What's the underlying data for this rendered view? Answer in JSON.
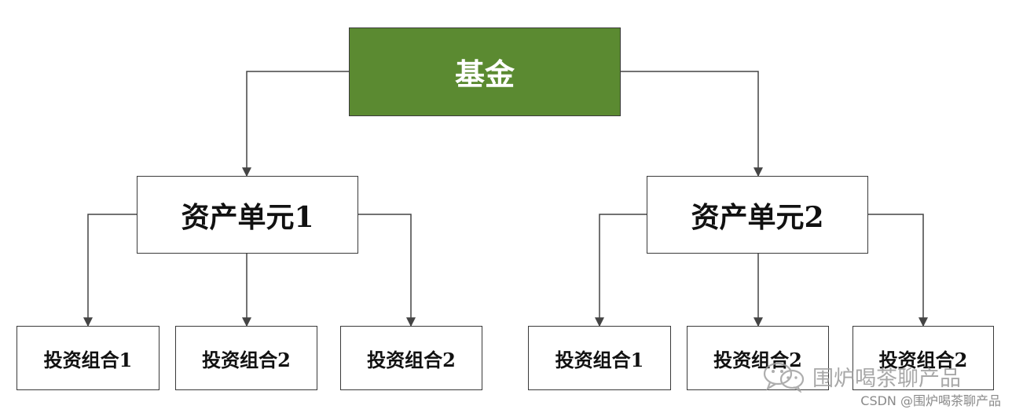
{
  "diagram": {
    "root": {
      "label": "基金",
      "fill": "#5b8a31",
      "text_color": "#ffffff"
    },
    "units": [
      {
        "label": "资产单元1",
        "portfolios": [
          {
            "label": "投资组合1"
          },
          {
            "label": "投资组合2"
          },
          {
            "label": "投资组合2"
          }
        ]
      },
      {
        "label": "资产单元2",
        "portfolios": [
          {
            "label": "投资组合1"
          },
          {
            "label": "投资组合2"
          },
          {
            "label": "投资组合2"
          }
        ]
      }
    ],
    "line_color": "#444444"
  },
  "watermark": {
    "account": "围炉喝茶聊产品",
    "icon": "wechat-icon",
    "csdn": "CSDN @围炉喝茶聊产品"
  }
}
